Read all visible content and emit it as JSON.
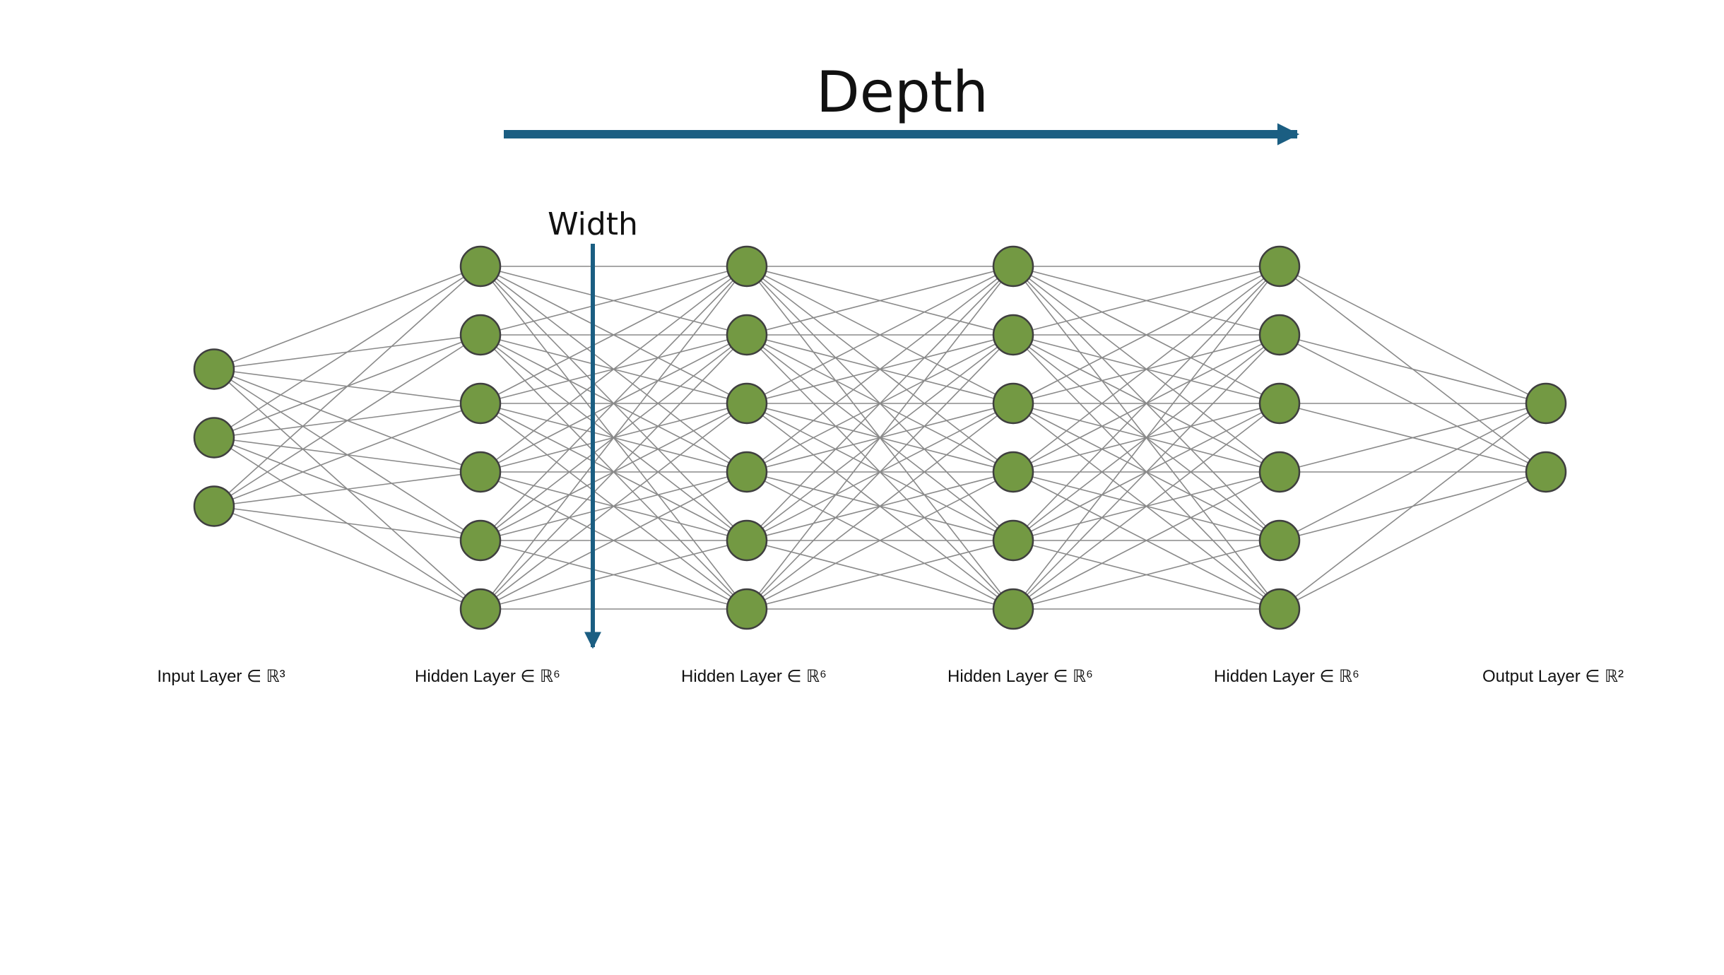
{
  "depth_label": "Depth",
  "width_label": "Width",
  "colors": {
    "node_fill": "#739943",
    "node_stroke": "#3f3f3f",
    "edge": "#8a8a8a",
    "arrow": "#1b5e82"
  },
  "layers": [
    {
      "label": "Input Layer ∈ ℝ³",
      "size": 3
    },
    {
      "label": "Hidden Layer ∈ ℝ⁶",
      "size": 6
    },
    {
      "label": "Hidden Layer ∈ ℝ⁶",
      "size": 6
    },
    {
      "label": "Hidden Layer ∈ ℝ⁶",
      "size": 6
    },
    {
      "label": "Hidden Layer ∈ ℝ⁶",
      "size": 6
    },
    {
      "label": "Output Layer ∈ ℝ²",
      "size": 2
    }
  ]
}
